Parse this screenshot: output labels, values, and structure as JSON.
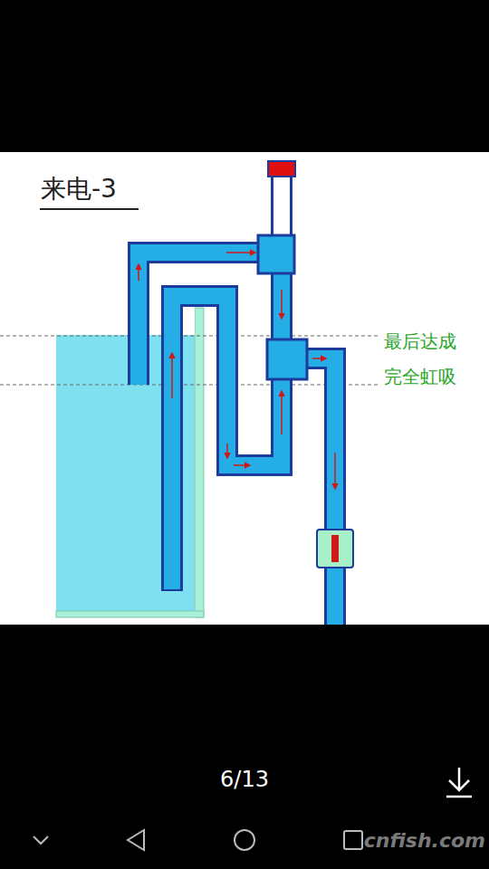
{
  "diagram": {
    "title": "来电-3",
    "labels": [
      "最后达成",
      "完全虹吸",
      "6/13",
      "cnfish.com"
    ]
  }
}
